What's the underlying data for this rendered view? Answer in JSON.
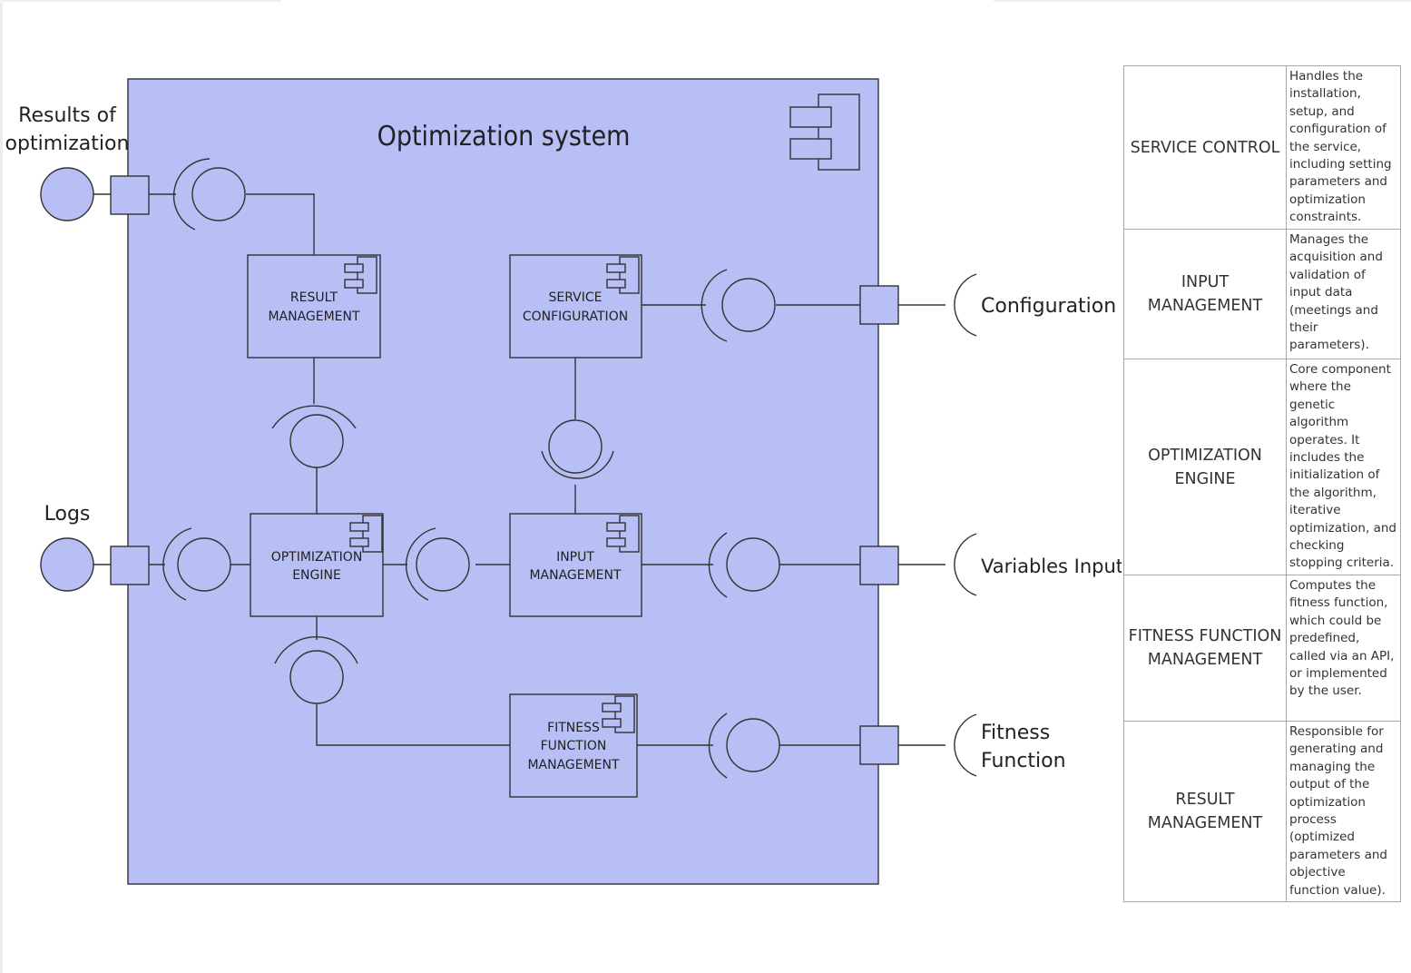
{
  "system": {
    "title": "Optimization system"
  },
  "components": {
    "result_management": [
      "RESULT",
      "MANAGEMENT"
    ],
    "service_configuration": [
      "SERVICE",
      "CONFIGURATION"
    ],
    "optimization_engine": [
      "OPTIMIZATION",
      "ENGINE"
    ],
    "input_management": [
      "INPUT",
      "MANAGEMENT"
    ],
    "fitness_function_management": [
      "FITNESS",
      "FUNCTION",
      "MANAGEMENT"
    ]
  },
  "external_labels": {
    "results": [
      "Results of",
      "optimization"
    ],
    "logs": "Logs",
    "configuration": "Configuration",
    "variables_input": "Variables Input",
    "fitness_function": [
      "Fitness",
      "Function"
    ]
  },
  "legend": {
    "rows": [
      {
        "name": "SERVICE CONTROL",
        "description": "Handles the installation, setup, and configuration of the service, including setting parameters and optimization constraints."
      },
      {
        "name": "INPUT MANAGEMENT",
        "description": "Manages the acquisition and validation of input data (meetings and their parameters)."
      },
      {
        "name": "OPTIMIZATION ENGINE",
        "description": "Core component where the genetic algorithm operates. It includes the initialization of the algorithm, iterative optimization, and checking stopping criteria."
      },
      {
        "name": "FITNESS FUNCTION MANAGEMENT",
        "description": "Computes the fitness function, which could be predefined, called via an API, or implemented by the user."
      },
      {
        "name": "RESULT MANAGEMENT",
        "description": "Responsible for generating and managing the output of the optimization process (optimized parameters and objective function value)."
      }
    ]
  },
  "colors": {
    "system_fill": "#b8bff5",
    "stroke": "#333333"
  }
}
